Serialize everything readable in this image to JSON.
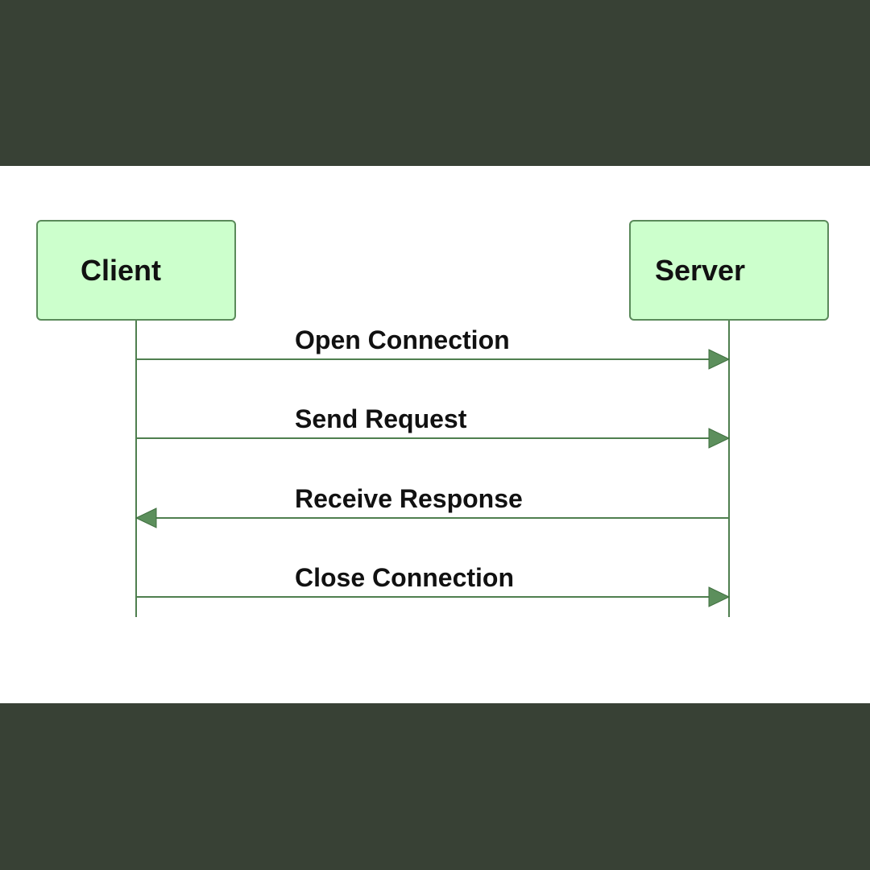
{
  "colors": {
    "frame_band": "#384135",
    "background": "#ffffff",
    "actor_fill": "#ccffcc",
    "actor_stroke": "#5a8a5a",
    "line": "#4f7f4f",
    "arrowhead": "#5c8f5c",
    "text": "#111111"
  },
  "actors": {
    "client": {
      "label": "Client"
    },
    "server": {
      "label": "Server"
    }
  },
  "messages": [
    {
      "label": "Open Connection",
      "from": "client",
      "to": "server"
    },
    {
      "label": "Send Request",
      "from": "client",
      "to": "server"
    },
    {
      "label": "Receive Response",
      "from": "server",
      "to": "client"
    },
    {
      "label": "Close Connection",
      "from": "client",
      "to": "server"
    }
  ]
}
